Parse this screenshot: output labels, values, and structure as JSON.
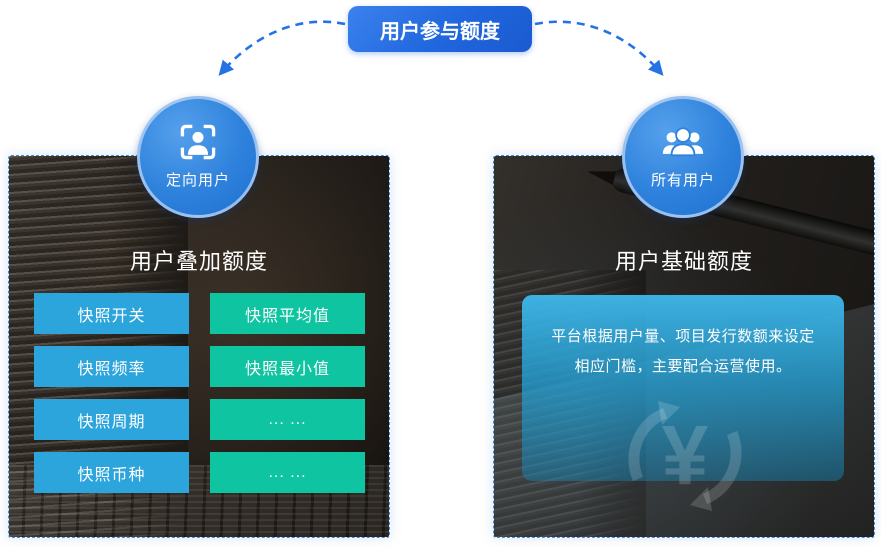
{
  "banner": {
    "label": "用户参与额度"
  },
  "left_branch": {
    "circle_label": "定向用户",
    "panel_title": "用户叠加额度",
    "blue_buttons": [
      "快照开关",
      "快照频率",
      "快照周期",
      "快照币种"
    ],
    "teal_buttons": [
      "快照平均值",
      "快照最小值",
      "... ...",
      "... ..."
    ]
  },
  "right_branch": {
    "circle_label": "所有用户",
    "panel_title": "用户基础额度",
    "card_text_line1": "平台根据用户量、项目发行数额来设定",
    "card_text_line2": "相应门槛，主要配合运营使用。",
    "watermark_symbol": "¥"
  },
  "icons": {
    "left_circle": "user-focus-scan-icon",
    "right_circle": "users-group-icon",
    "watermark": "yen-cycle-icon",
    "arrows": "dashed-curved-arrows"
  },
  "colors": {
    "banner_blue": "#2066dd",
    "arrow_blue": "#2472e4",
    "circle_blue": "#2e82dc",
    "button_blue": "#2ba5dc",
    "button_teal": "#0fc4a1",
    "panel_border_blue": "#3e8ee0",
    "card_blue_top": "#3eb7ea",
    "card_blue_bottom": "#1686b8",
    "panel_photo_dark": "#221d19",
    "text_white": "#ffffff"
  }
}
